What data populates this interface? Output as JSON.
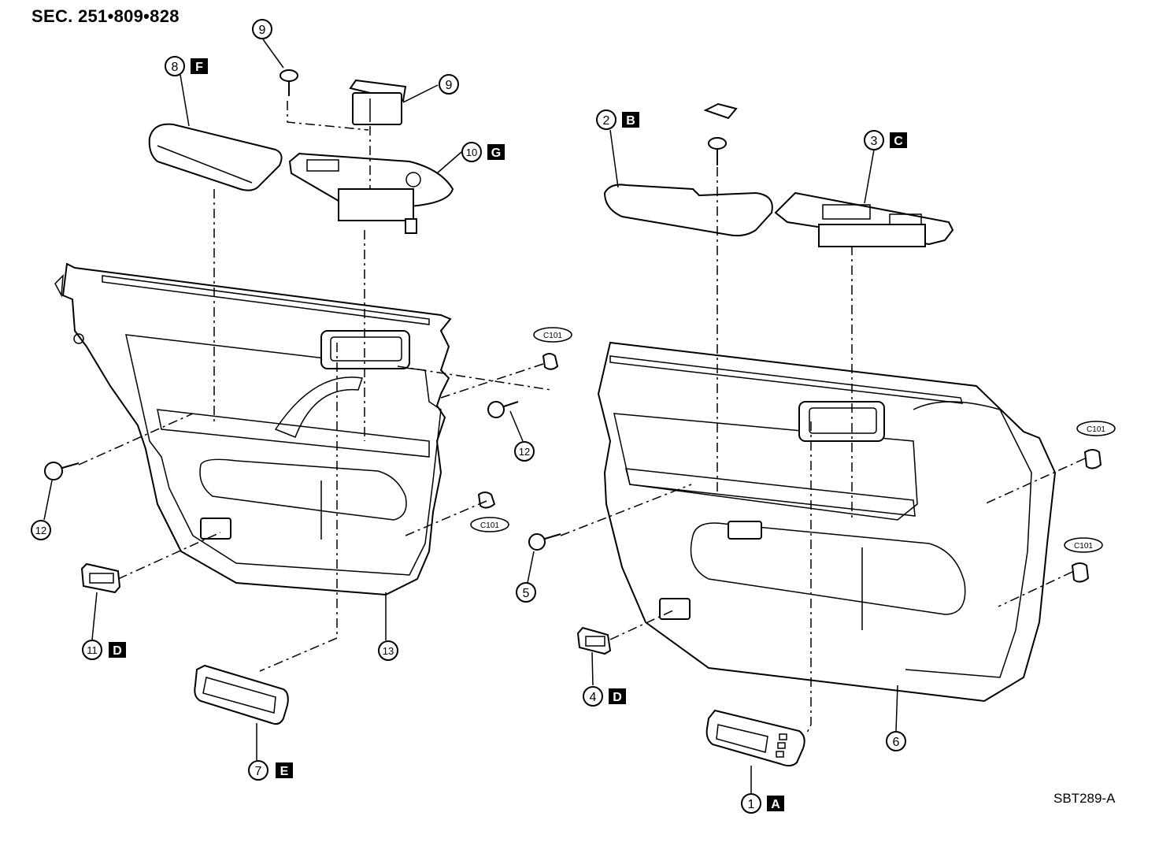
{
  "header": {
    "section": "SEC. 251•809•828"
  },
  "footer": {
    "code": "SBT289-A"
  },
  "callouts": {
    "n1": "1",
    "n2": "2",
    "n3": "3",
    "n4": "4",
    "n5": "5",
    "n6": "6",
    "n7": "7",
    "n8": "8",
    "n9a": "9",
    "n9b": "9",
    "n10": "10",
    "n11": "11",
    "n12a": "12",
    "n12b": "12",
    "n13": "13"
  },
  "letters": {
    "A": "A",
    "B": "B",
    "C": "C",
    "D1": "D",
    "D2": "D",
    "E": "E",
    "F": "F",
    "G": "G"
  },
  "clip_labels": {
    "c1": "C101",
    "c2": "C101",
    "c3": "C101",
    "c4": "C101"
  }
}
